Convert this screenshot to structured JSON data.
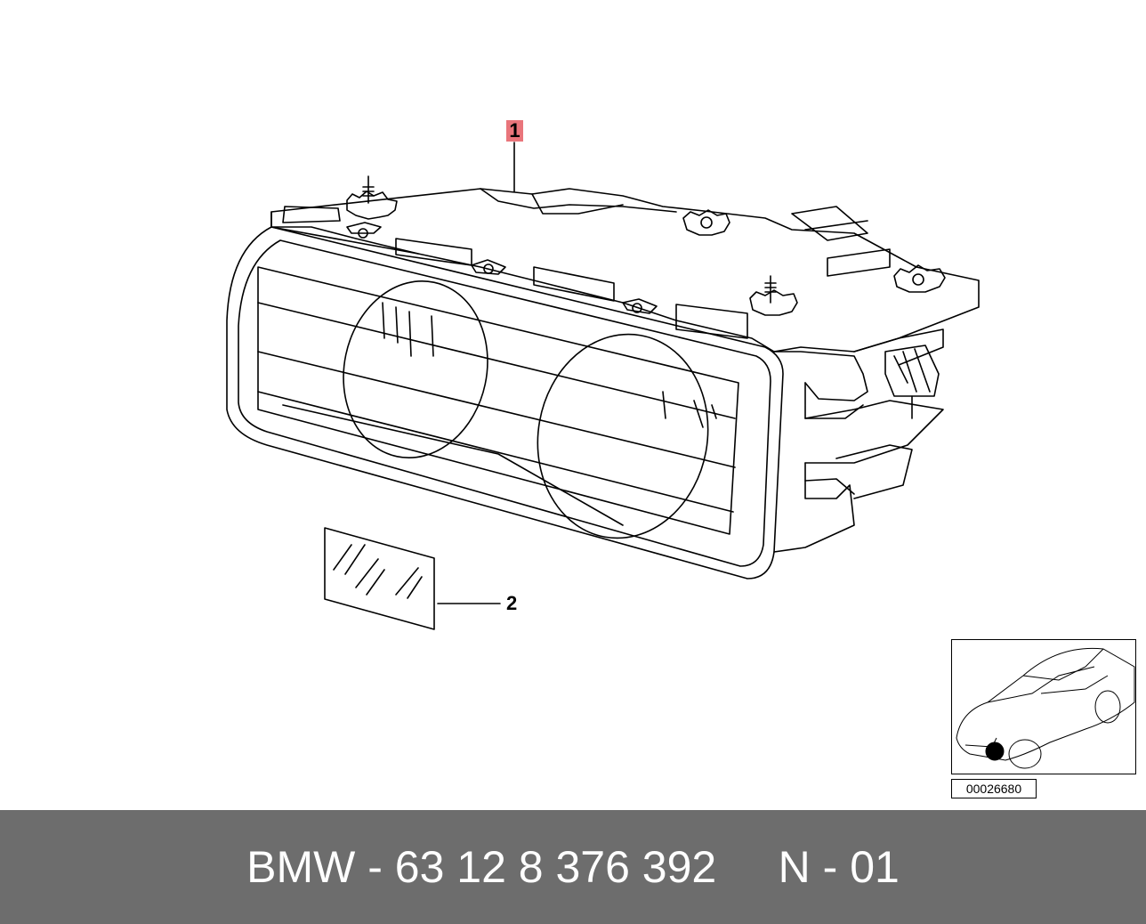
{
  "callouts": {
    "headlight_number": "1",
    "lens_number": "2"
  },
  "thumbnail": {
    "reference_code": "00026680"
  },
  "footer": {
    "caption": "BMW - 63 12 8 376 392     N - 01"
  },
  "colors": {
    "callout_highlight": "#e9757b",
    "footer_background": "#6d6d6d",
    "footer_text": "#ffffff",
    "line_art": "#000000"
  }
}
